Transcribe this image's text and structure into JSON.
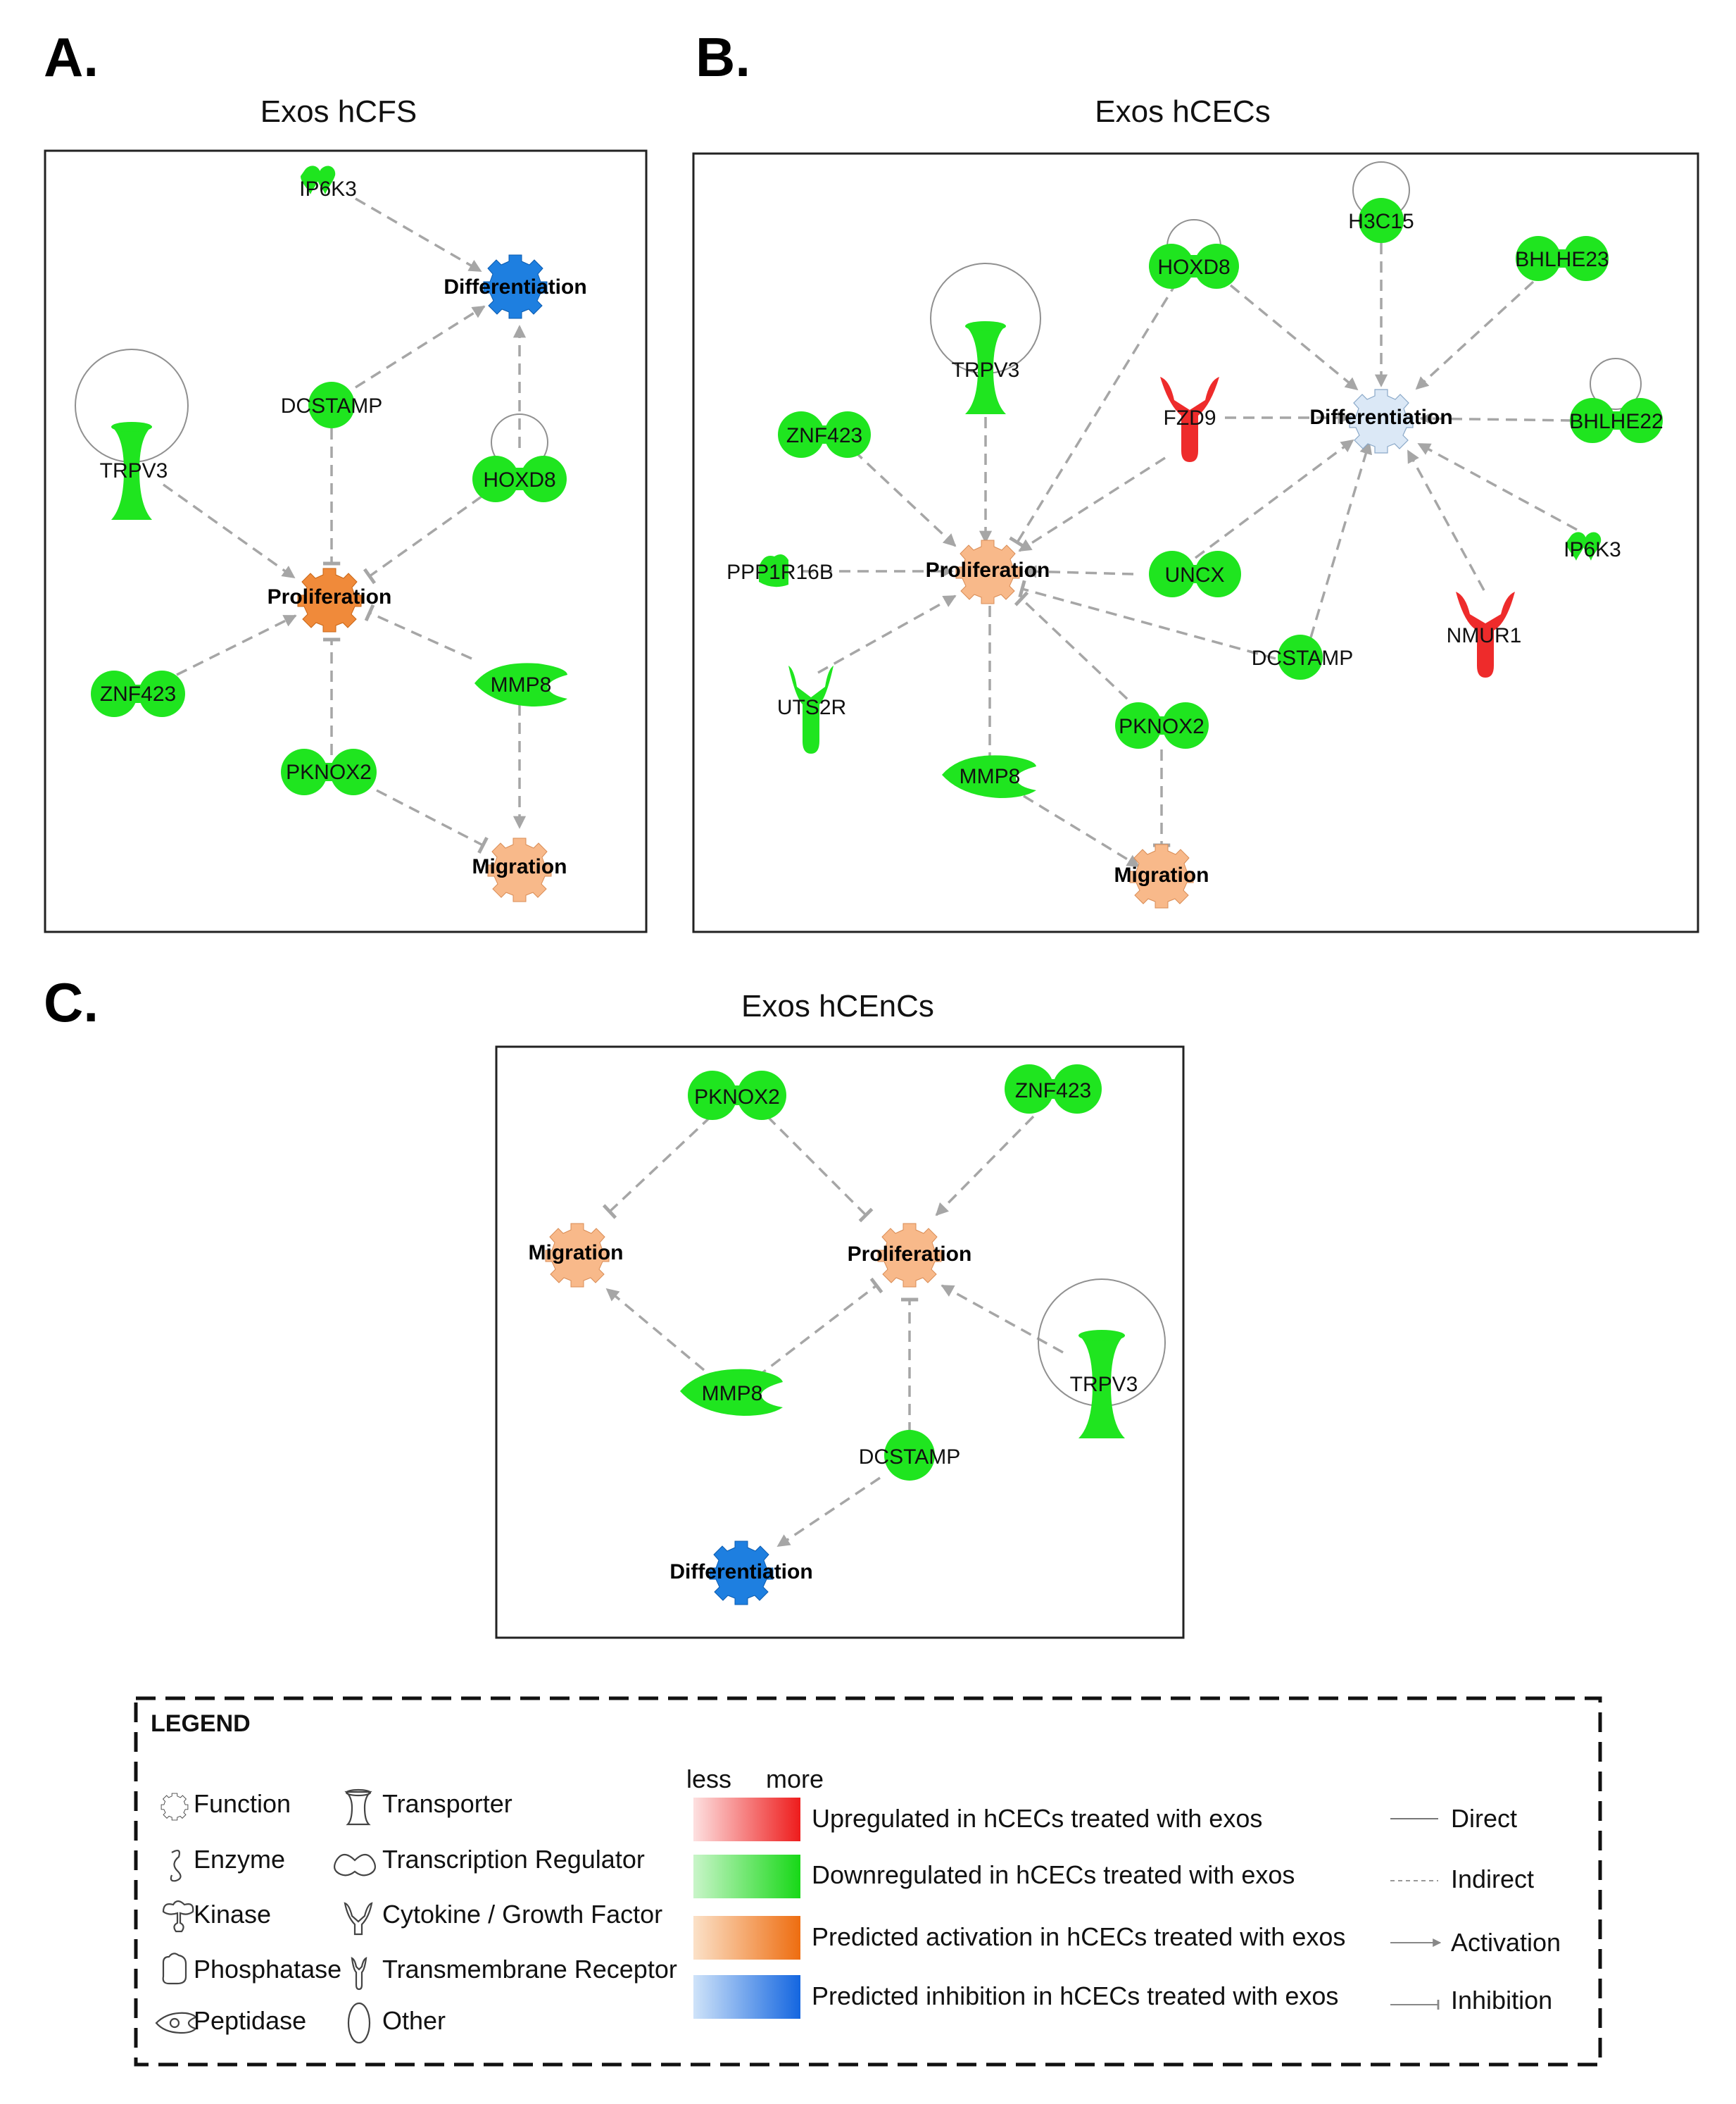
{
  "panels": {
    "a": {
      "letter": "A.",
      "title": "Exos hCFS",
      "nodes": {
        "ip6k3": "IP6K3",
        "differentiation": "Differentiation",
        "dcstamp": "DCSTAMP",
        "trpv3": "TRPV3",
        "hoxd8": "HOXD8",
        "proliferation": "Proliferation",
        "znf423": "ZNF423",
        "mmp8": "MMP8",
        "pknox2": "PKNOX2",
        "migration": "Migration"
      }
    },
    "b": {
      "letter": "B.",
      "title": "Exos hCECs",
      "nodes": {
        "h3c15": "H3C15",
        "hoxd8": "HOXD8",
        "bhlhe23": "BHLHE23",
        "trpv3": "TRPV3",
        "fzd9": "FZD9",
        "differentiation": "Differentiation",
        "bhlhe22": "BHLHE22",
        "znf423": "ZNF423",
        "ppp1r16b": "PPP1R16B",
        "proliferation": "Proliferation",
        "uncx": "UNCX",
        "ip6k3": "IP6K3",
        "nmur1": "NMUR1",
        "dcstamp": "DCSTAMP",
        "uts2r": "UTS2R",
        "pknox2": "PKNOX2",
        "mmp8": "MMP8",
        "migration": "Migration"
      }
    },
    "c": {
      "letter": "C.",
      "title": "Exos hCEnCs",
      "nodes": {
        "pknox2": "PKNOX2",
        "znf423": "ZNF423",
        "migration": "Migration",
        "proliferation": "Proliferation",
        "mmp8": "MMP8",
        "trpv3": "TRPV3",
        "dcstamp": "DCSTAMP",
        "differentiation": "Differentiation"
      }
    }
  },
  "legend": {
    "title": "LEGEND",
    "shapes": {
      "function": "Function",
      "enzyme": "Enzyme",
      "kinase": "Kinase",
      "phosphatase": "Phosphatase",
      "peptidase": "Peptidase",
      "transporter": "Transporter",
      "transcription_regulator": "Transcription Regulator",
      "cytokine": "Cytokine / Growth Factor",
      "transmembrane_receptor": "Transmembrane Receptor",
      "other": "Other"
    },
    "scale_less": "less",
    "scale_more": "more",
    "colors": {
      "up": "Upregulated in hCECs treated with exos",
      "down": "Downregulated in hCECs treated with exos",
      "activation": "Predicted activation in hCECs treated with exos",
      "inhibition": "Predicted inhibition in hCECs treated with exos"
    },
    "edges": {
      "direct": "Direct",
      "indirect": "Indirect",
      "activation": "Activation",
      "inhibition": "Inhibition"
    }
  },
  "palette": {
    "green": "#1fe51f",
    "red": "#ee2b2b",
    "orange_strong": "#f08a3a",
    "orange_light": "#f8b98a",
    "blue_strong": "#1e7fe0",
    "blue_light": "#dbe8f6",
    "edge_gray": "#a6a6a6"
  }
}
